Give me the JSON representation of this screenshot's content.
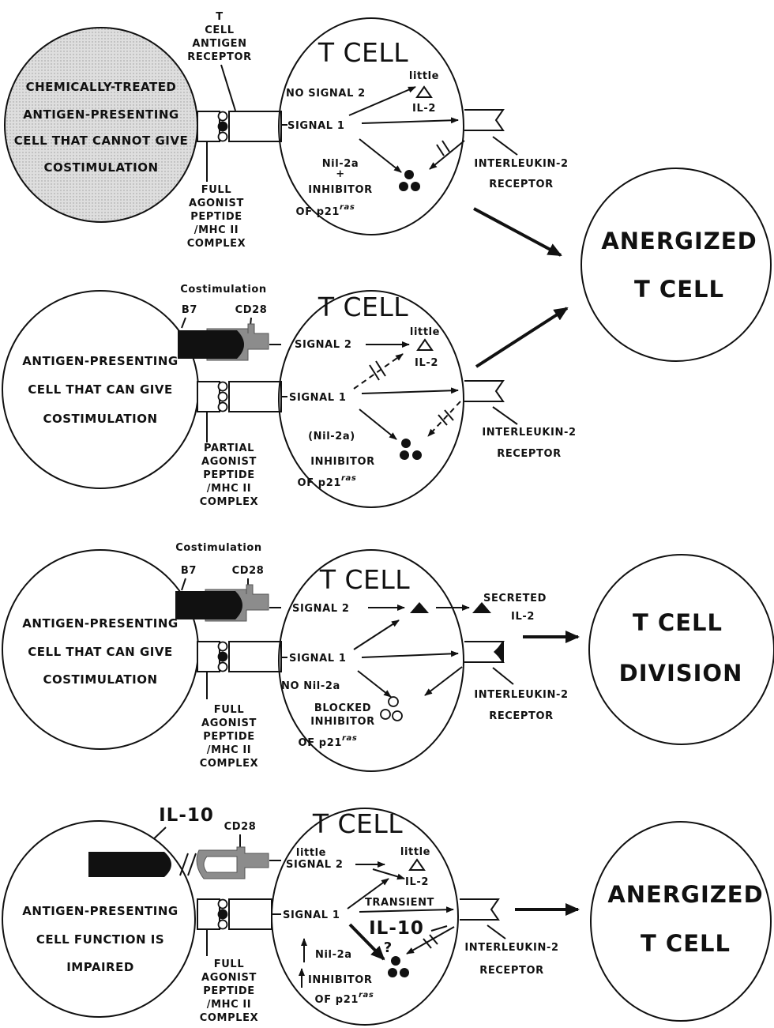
{
  "labels": {
    "t_cell": "T CELL",
    "costimulation": "Costimulation",
    "b7": "B7",
    "cd28": "CD28",
    "signal_1": "SIGNAL 1",
    "signal_2": "SIGNAL 2",
    "little": "little",
    "il2": "IL-2",
    "il10": "IL-10",
    "il2_receptor_line1": "INTERLEUKIN-2",
    "il2_receptor_line2": "RECEPTOR",
    "inhibitor": "INHIBITOR",
    "p21_prefix": "OF p21",
    "p21_sup": "ras",
    "full": "FULL",
    "partial": "PARTIAL",
    "agonist": "AGONIST",
    "peptide": "PEPTIDE",
    "mhc": "/MHC II",
    "complex": "COMPLEX"
  },
  "panel1": {
    "apc_lines": [
      "CHEMICALLY-TREATED",
      "ANTIGEN-PRESENTING",
      "CELL THAT CANNOT GIVE",
      "COSTIMULATION"
    ],
    "tcr_lines": [
      "T",
      "CELL",
      "ANTIGEN",
      "RECEPTOR"
    ],
    "no_signal_2": "NO SIGNAL 2",
    "nil_2a": "Nil-2a",
    "plus": "+"
  },
  "panel2": {
    "apc_lines": [
      "ANTIGEN-PRESENTING",
      "CELL THAT CAN GIVE",
      "COSTIMULATION"
    ],
    "nil_2a": "(Nil-2a)"
  },
  "panel3": {
    "apc_lines": [
      "ANTIGEN-PRESENTING",
      "CELL THAT CAN GIVE",
      "COSTIMULATION"
    ],
    "no_nil_2a": "NO Nil-2a",
    "blocked": "BLOCKED",
    "secreted": "SECRETED"
  },
  "panel4": {
    "apc_lines": [
      "ANTIGEN-PRESENTING",
      "CELL FUNCTION IS",
      "IMPAIRED"
    ],
    "little_signal": "little",
    "transient": "TRANSIENT",
    "nil_2a": "Nil-2a",
    "question": "?"
  },
  "outcomes": {
    "anergized_1": "ANERGIZED",
    "anergized_2": "T CELL",
    "division_1": "T CELL",
    "division_2": "DIVISION"
  },
  "colors": {
    "ink": "#111111",
    "stipple_fill": "#d9d9d9",
    "cd28_gray": "#8c8c8c"
  }
}
